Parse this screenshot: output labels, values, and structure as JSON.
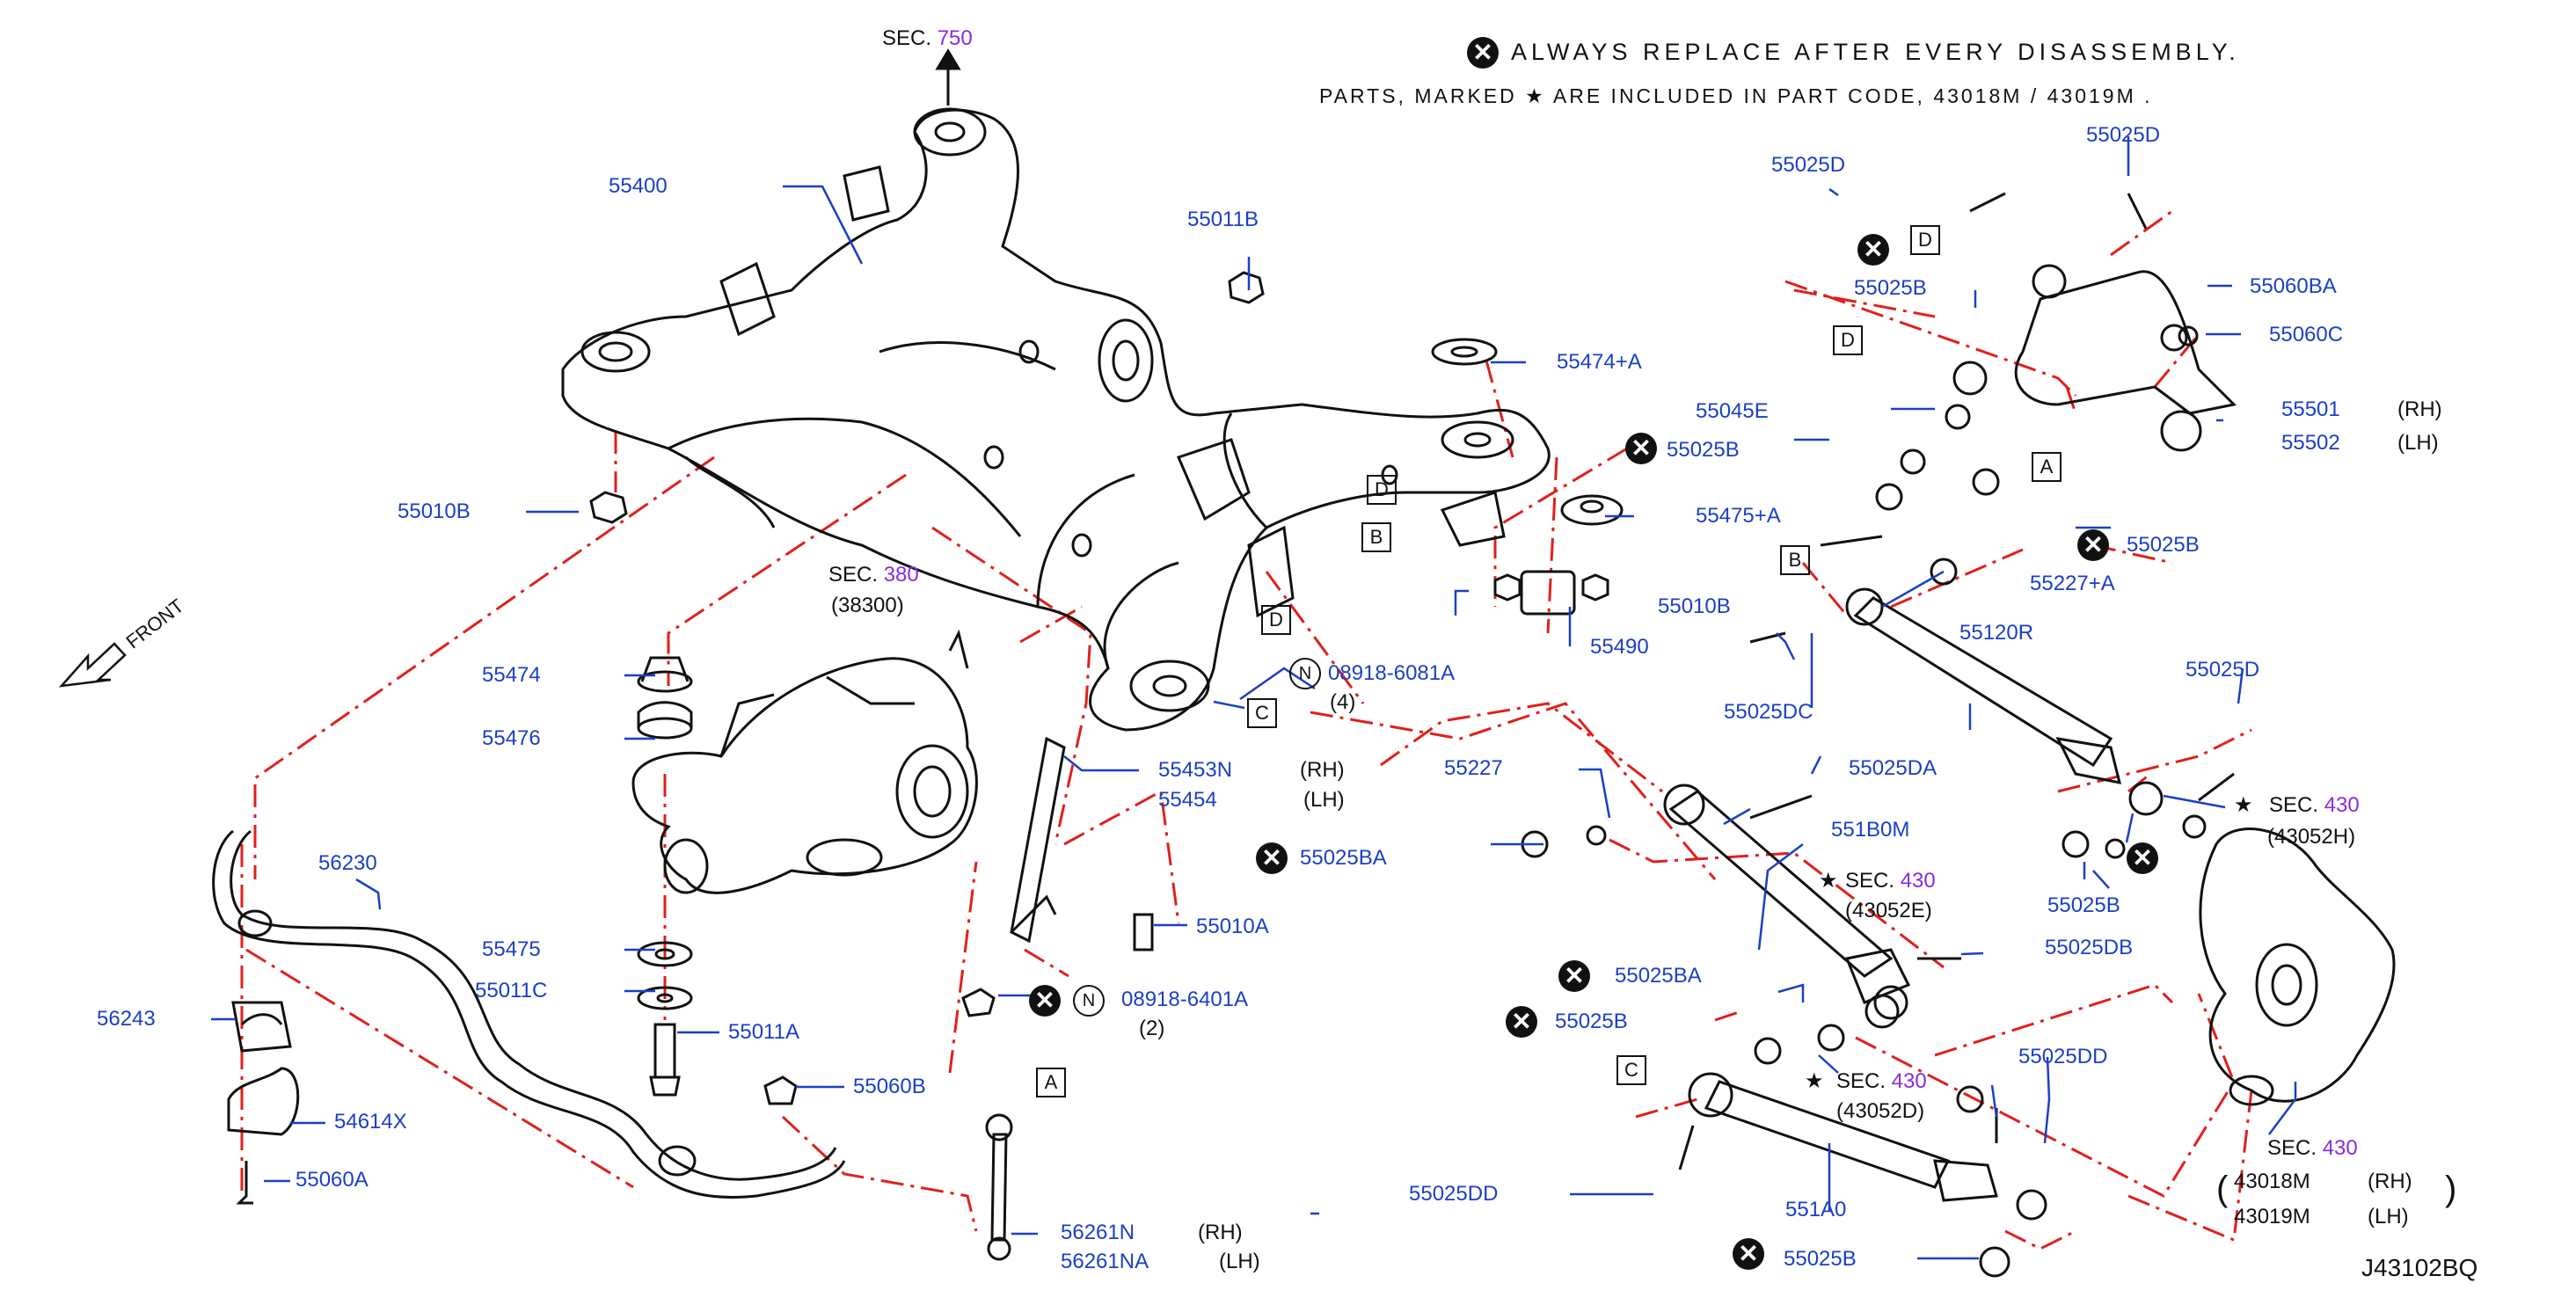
{
  "notes": {
    "replace_text": "ALWAYS  REPLACE  AFTER  EVERY  DISASSEMBLY.",
    "parts_text": "PARTS,  MARKED  ★ ARE  INCLUDED  IN  PART  CODE,  43018M  /  43019M  .",
    "front_label": "FRONT",
    "diagram_code": "J43102BQ"
  },
  "sections": {
    "sec_word": "SEC.",
    "sec750": "750",
    "sec380": "380",
    "sec380_sub": "(38300)",
    "sec430": "430",
    "sec430_sub_h": "(43052H)",
    "sec430_sub_e": "(43052E)",
    "sec430_sub_d": "(43052D)",
    "knuckle_rh": "43018M",
    "knuckle_lh": "43019M"
  },
  "side": {
    "rh": "(RH)",
    "lh": "(LH)"
  },
  "qty": {
    "q4": "(4)",
    "q2": "(2)"
  },
  "parts": {
    "p55400": "55400",
    "p55011B": "55011B",
    "p55010B_a": "55010B",
    "p55474A": "55474+A",
    "p55025B_1": "55025B",
    "p55475A": "55475+A",
    "p55010B_b": "55010B",
    "p55490": "55490",
    "p08918_6081A": "08918-6081A",
    "p55474": "55474",
    "p55476": "55476",
    "p55475": "55475",
    "p55011C": "55011C",
    "p55011A": "55011A",
    "p55060B": "55060B",
    "p55453N": "55453N",
    "p55454": "55454",
    "p55010A": "55010A",
    "p08918_6401A": "08918-6401A",
    "p56230": "56230",
    "p56243": "56243",
    "p54614X": "54614X",
    "p55060A": "55060A",
    "p56261N": "56261N",
    "p56261NA": "56261NA",
    "p55025D_1": "55025D",
    "p55025D_2": "55025D",
    "p55025B_2": "55025B",
    "p55060BA": "55060BA",
    "p55060C": "55060C",
    "p55045E": "55045E",
    "p55501": "55501",
    "p55502": "55502",
    "p55025B_3": "55025B",
    "p55227A": "55227+A",
    "p55120R": "55120R",
    "p55025DC": "55025DC",
    "p55025D_3": "55025D",
    "p55227": "55227",
    "p55025DA": "55025DA",
    "p551B0M": "551B0M",
    "p55025BA_1": "55025BA",
    "p55025B_4": "55025B",
    "p55025BA_2": "55025BA",
    "p55025B_5": "55025B",
    "p55025DB": "55025DB",
    "p55025DD_1": "55025DD",
    "p55025DD_2": "55025DD",
    "p551A0": "551A0",
    "p55025B_6": "55025B"
  },
  "callouts": {
    "a": "A",
    "b": "B",
    "c": "C",
    "d": "D",
    "n": "N",
    "x": "✕",
    "star": "★"
  },
  "colors": {
    "part_number": "#1a3fc7",
    "section": "#8a2be2",
    "centerline": "#e0201b",
    "leader": "#1a3fc7",
    "outline": "#111111"
  }
}
